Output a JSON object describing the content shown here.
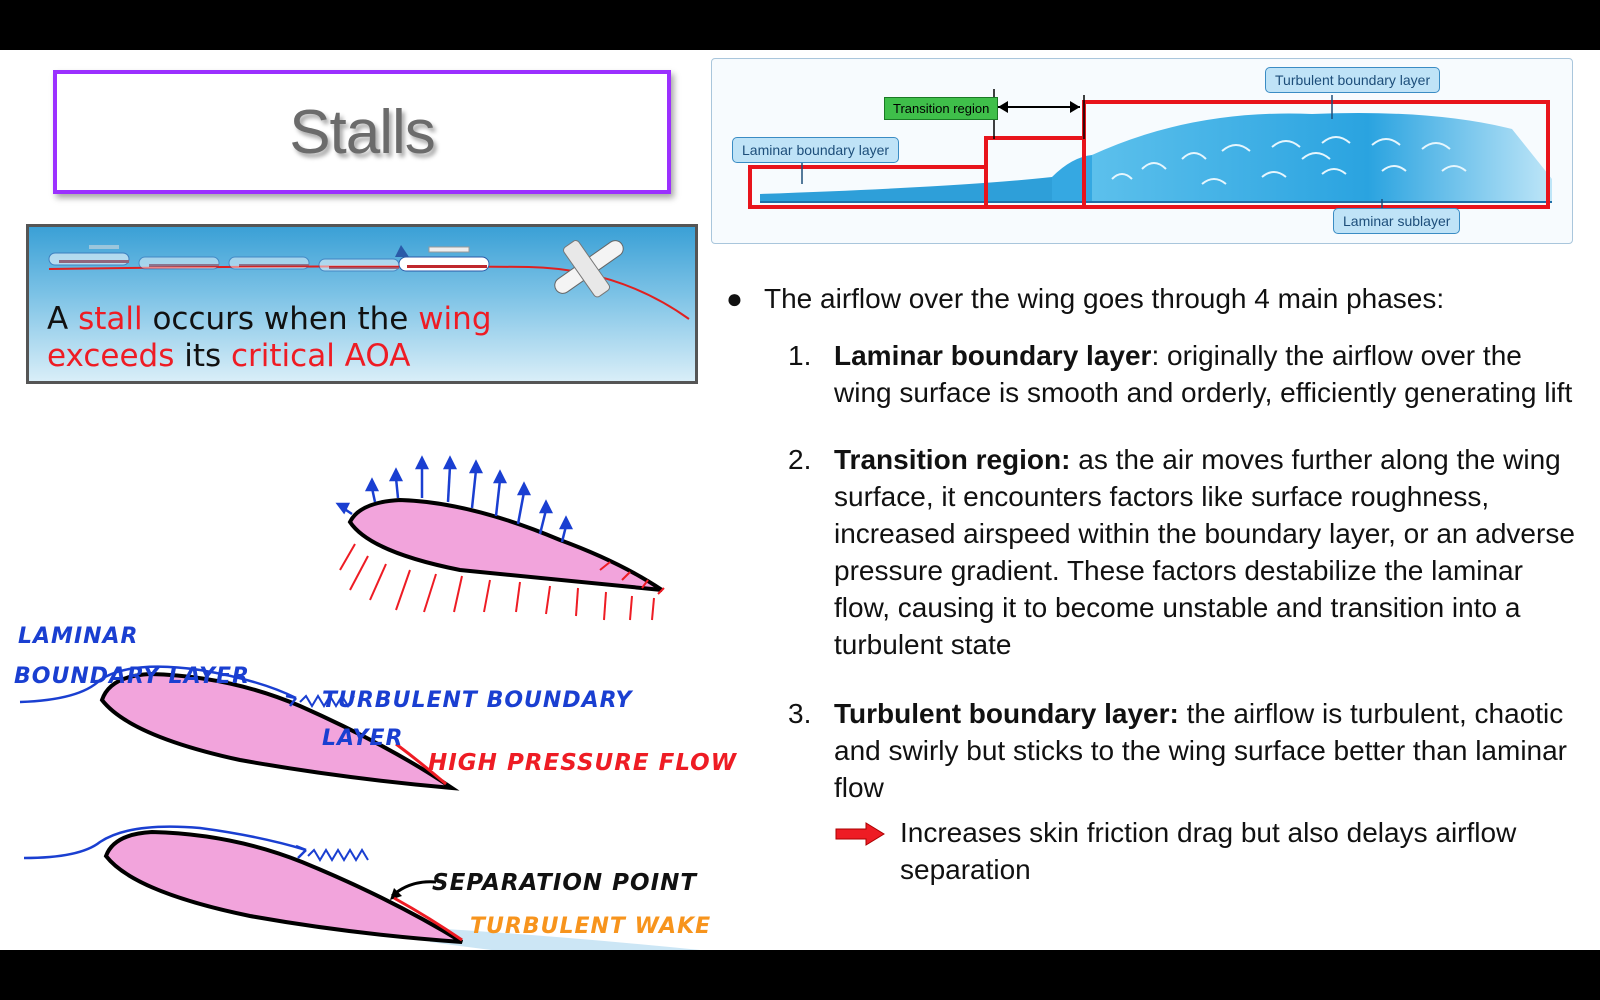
{
  "title": "Stalls",
  "banner": {
    "seg1": "A ",
    "seg2": "stall",
    "seg3": " occurs when the ",
    "seg4": "wing",
    "seg5": "exceeds",
    "seg6": " its ",
    "seg7": "critical AOA"
  },
  "boundary_figure": {
    "laminar": "Laminar boundary layer",
    "transition": "Transition region",
    "turbulent": "Turbulent boundary layer",
    "sublayer": "Laminar sublayer"
  },
  "intro": "The airflow over the wing goes through 4 main phases:",
  "phases": [
    {
      "num": "1.",
      "title": "Laminar boundary layer",
      "text": ": originally the airflow over the wing surface is smooth and orderly, efficiently generating lift"
    },
    {
      "num": "2.",
      "title": "Transition region:",
      "text": " as the air moves further along the wing surface, it encounters factors like surface roughness, increased airspeed within the boundary layer, or an adverse pressure gradient. These factors destabilize the laminar flow, causing it to become unstable and transition into a turbulent state"
    },
    {
      "num": "3.",
      "title": "Turbulent boundary layer:",
      "text": " the airflow is turbulent, chaotic and swirly but sticks to the wing surface better than laminar flow"
    }
  ],
  "sub_point": "Increases skin friction drag but also delays airflow separation",
  "sketch_labels": {
    "laminar1": "LAMINAR",
    "laminar2": "BOUNDARY LAYER",
    "turbulent1": "TURBULENT BOUNDARY",
    "turbulent2": "LAYER",
    "high_pressure": "HIGH PRESSURE FLOW",
    "separation": "SEPARATION POINT",
    "wake": "TURBULENT WAKE"
  },
  "colors": {
    "accent_purple": "#9b30ff",
    "red": "#ee1c24",
    "blue": "#1a3fd1",
    "wing_pink": "#f2a4dc",
    "orange": "#f7941d"
  }
}
